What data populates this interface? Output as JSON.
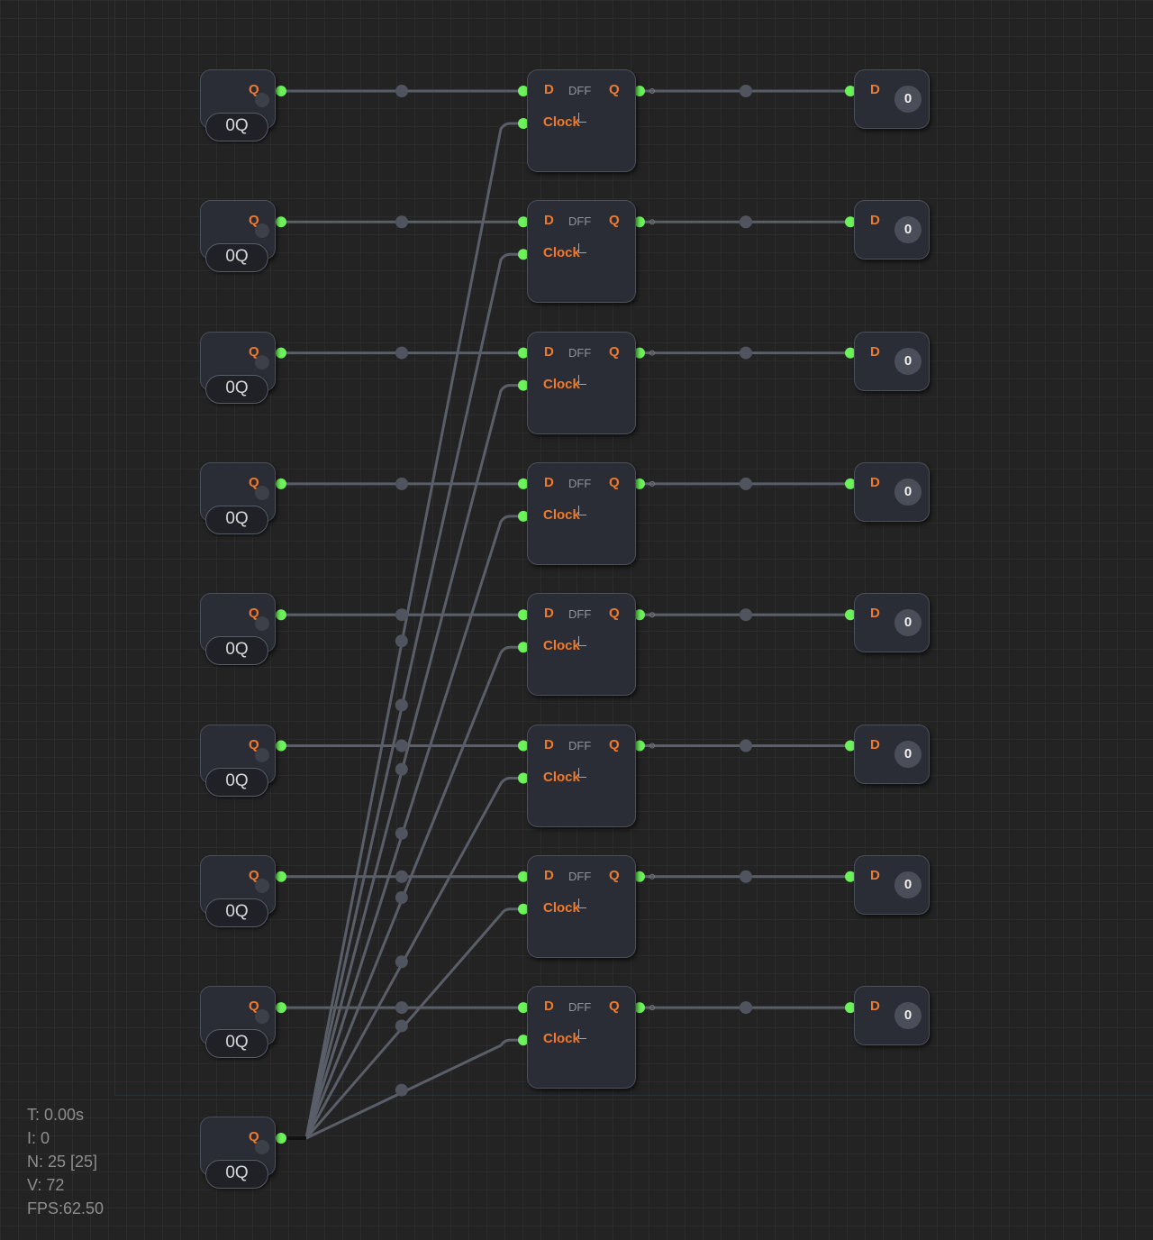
{
  "sources": [
    {
      "pin": "Q",
      "value": "0Q"
    },
    {
      "pin": "Q",
      "value": "0Q"
    },
    {
      "pin": "Q",
      "value": "0Q"
    },
    {
      "pin": "Q",
      "value": "0Q"
    },
    {
      "pin": "Q",
      "value": "0Q"
    },
    {
      "pin": "Q",
      "value": "0Q"
    },
    {
      "pin": "Q",
      "value": "0Q"
    },
    {
      "pin": "Q",
      "value": "0Q"
    }
  ],
  "clock_source": {
    "pin": "Q",
    "value": "0Q"
  },
  "flip_flops": [
    {
      "title": "DFF",
      "d": "D",
      "q": "Q",
      "clock": "Clock"
    },
    {
      "title": "DFF",
      "d": "D",
      "q": "Q",
      "clock": "Clock"
    },
    {
      "title": "DFF",
      "d": "D",
      "q": "Q",
      "clock": "Clock"
    },
    {
      "title": "DFF",
      "d": "D",
      "q": "Q",
      "clock": "Clock"
    },
    {
      "title": "DFF",
      "d": "D",
      "q": "Q",
      "clock": "Clock"
    },
    {
      "title": "DFF",
      "d": "D",
      "q": "Q",
      "clock": "Clock"
    },
    {
      "title": "DFF",
      "d": "D",
      "q": "Q",
      "clock": "Clock"
    },
    {
      "title": "DFF",
      "d": "D",
      "q": "Q",
      "clock": "Clock"
    }
  ],
  "outputs": [
    {
      "pin": "D",
      "value": "0"
    },
    {
      "pin": "D",
      "value": "0"
    },
    {
      "pin": "D",
      "value": "0"
    },
    {
      "pin": "D",
      "value": "0"
    },
    {
      "pin": "D",
      "value": "0"
    },
    {
      "pin": "D",
      "value": "0"
    },
    {
      "pin": "D",
      "value": "0"
    },
    {
      "pin": "D",
      "value": "0"
    }
  ],
  "stats": {
    "time": "T: 0.00s",
    "iterations": "I: 0",
    "nodes": "N: 25 [25]",
    "vertices": "V: 72",
    "fps": "FPS:62.50"
  },
  "colors": {
    "background": "#232323",
    "wire": "#5a5e68",
    "pin_active": "#6cf25a",
    "label": "#f07a2a"
  }
}
